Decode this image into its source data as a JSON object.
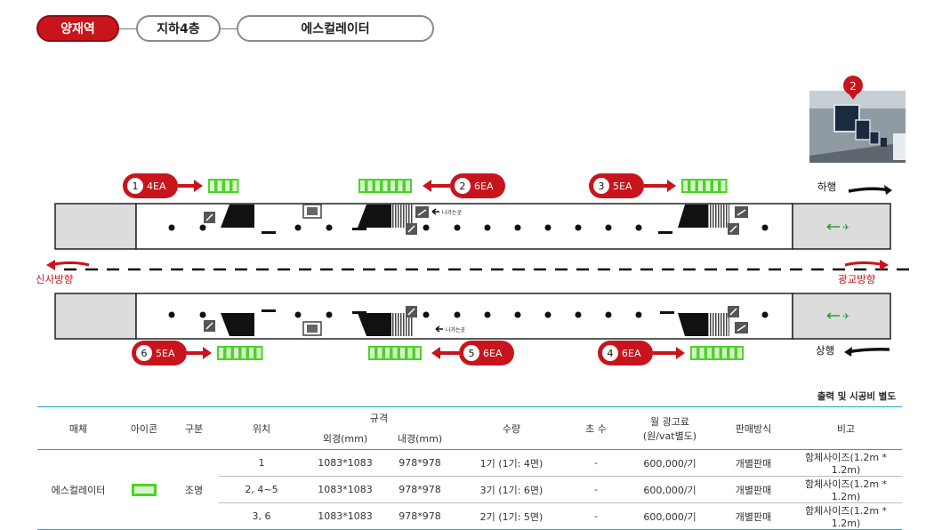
{
  "breadcrumb": {
    "station": "양재역",
    "floor": "지하4층",
    "media": "에스컬레이터"
  },
  "directions": {
    "down": "하행",
    "up": "상행",
    "left": "신사방향",
    "right": "광교방향"
  },
  "exit_label": "나가는곳",
  "markers": [
    {
      "num": "1",
      "count": "4EA",
      "panels": 4,
      "row": "top",
      "arrow": "right"
    },
    {
      "num": "2",
      "count": "6EA",
      "panels": 7,
      "row": "top",
      "arrow": "left"
    },
    {
      "num": "3",
      "count": "5EA",
      "panels": 6,
      "row": "top",
      "arrow": "right"
    },
    {
      "num": "6",
      "count": "5EA",
      "panels": 6,
      "row": "bottom",
      "arrow": "right"
    },
    {
      "num": "5",
      "count": "6EA",
      "panels": 7,
      "row": "bottom",
      "arrow": "left"
    },
    {
      "num": "4",
      "count": "6EA",
      "panels": 7,
      "row": "bottom",
      "arrow": "right"
    }
  ],
  "photo_marker": "2",
  "colors": {
    "accent": "#c8141c",
    "panel_green": "#4bd32a",
    "table_line": "#1ba3c6"
  },
  "note": "출력 및 시공비 별도",
  "table": {
    "headers": {
      "media": "매체",
      "icon": "아이콘",
      "type": "구분",
      "position": "위치",
      "spec": "규격",
      "outer": "외경(mm)",
      "inner": "내경(mm)",
      "qty": "수량",
      "faces": "초 수",
      "price_line1": "월 광고료",
      "price_line2": "(원/vat별도)",
      "sales": "판매방식",
      "remark": "비고"
    },
    "media_name": "에스컬레이터",
    "type_value": "조명",
    "rows": [
      {
        "position": "1",
        "outer": "1083*1083",
        "inner": "978*978",
        "qty": "1기 (1기: 4면)",
        "faces": "-",
        "price": "600,000/기",
        "sales": "개별판매",
        "remark": "함체사이즈(1.2m * 1.2m)"
      },
      {
        "position": "2, 4~5",
        "outer": "1083*1083",
        "inner": "978*978",
        "qty": "3기 (1기: 6면)",
        "faces": "-",
        "price": "600,000/기",
        "sales": "개별판매",
        "remark": "함체사이즈(1.2m * 1.2m)"
      },
      {
        "position": "3, 6",
        "outer": "1083*1083",
        "inner": "978*978",
        "qty": "2기 (1기: 5면)",
        "faces": "-",
        "price": "600,000/기",
        "sales": "개별판매",
        "remark": "함체사이즈(1.2m * 1.2m)"
      }
    ]
  }
}
